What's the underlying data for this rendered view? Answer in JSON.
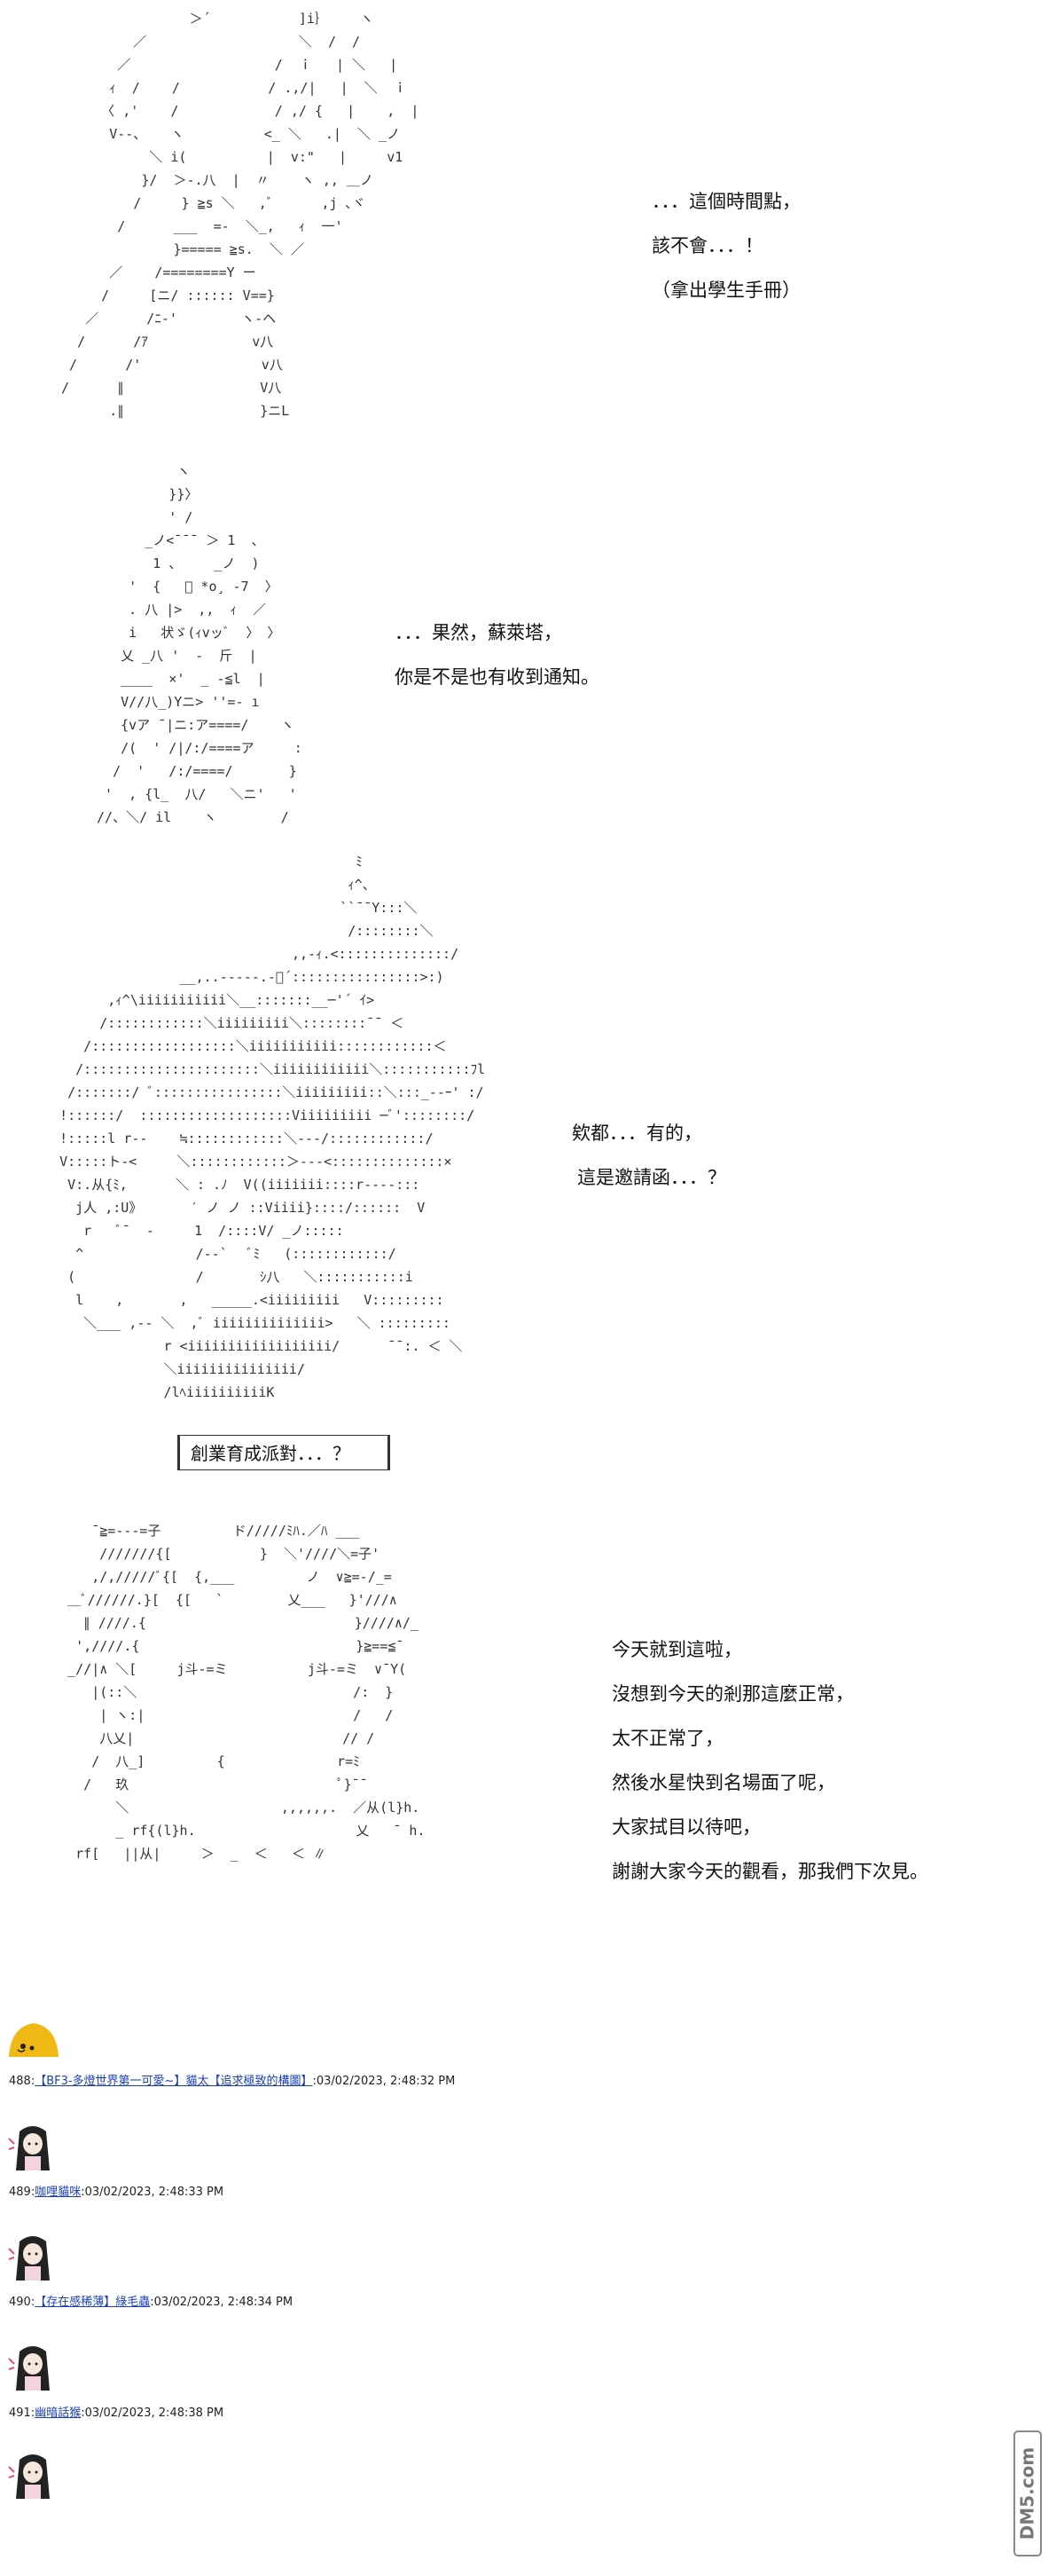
{
  "panels": [
    {
      "art": "                 ＞´           ]i｝    ヽ\n          ／                   ＼  /  /\n        ／                  /  ｉ   | ＼   |\n       ｨ  /    /           / .,/|   |  ＼  ｉ\n      〈 ,'    /            / ,/ {   |    ,  |\n       V--、   ヽ          <_ ＼   .|  ＼ _ノ\n            ＼ i(          |  v:\"   |     v1\n           }/  ＞-.八  |  〃    ヽ ,, ＿ノ\n          /     } ≧s ＼   ,ﾞ      ,j ､ヾ\n        /      ___  =-  ＼_,   ｨ  一'\n               }===== ≧s.  ＼ ／\n       ／    /========Y ー\n      /     [ニ/ :::::: V==}\n    ／      /ﾆ-'        ヽ-ヘ\n   /      /ｱ             v八\n  /      /'               v八\n /      ∥                 V八\n       .∥                 }ニL",
      "lines": [
        "．．．這個時間點，",
        "該不會．．．！",
        "（拿出學生手冊）"
      ]
    },
    {
      "art": "           ヽ\n          }}〉\n          ' /\n       _ノ<¯¯¯ ＞ 1  、\n        1 、    _ノ  )\n     '  {   ﾞ *o¸ -7  〉\n     . 八 |>  ,,  ｨ  ／\n     i   状ゞ(ｨvッﾞ  〉 〉\n    乂 _八 '  -  斤  |\n    ____  ×'  _ -≦l  |\n    V//八_)Yニ> ''=- ı\n    {vア ¯|ニ:ア====/    ヽ\n    /(  ' /|/:/====ア     :\n   /  '   /:/====/       }\n  '  , {l_  八/   ＼ニ'   '\n //、＼/ il    ヽ        /",
      "lines": [
        "．．．果然，蘇萊塔，",
        "你是不是也有收到通知。"
      ]
    },
    {
      "art": "                                        ﾐ\n                                       ｨ^、\n                                      ``¯¯Y:::＼\n                                       /::::::::＼\n                                ,,-ｨ.<::::::::::::::/\n                  __,..-----.-ﾞ´::::::::::::::::>:)\n         ,ｨ^\\iiiiiiiiiii＼__:::::::__─'´ ｲ>\n        /::::::::::::＼iiiiiiiii＼::::::::¯¯ ＜\n      /::::::::::::::::::＼iiiiiiiiiii::::::::::::＜\n     /::::::::::::::::::::::＼iiiiiiiiiiii＼:::::::::::ﾌl\n    /:::::::/ ﾞ::::::::::::::::＼iiiiiiiii::＼:::_--ｰ' :/\n   !::::::/  :::::::::::::::::::Viiiiiiiii ─ﾞ'::::::::/\n   !:::::l r--    ≒::::::::::::＼---/::::::::::::/\n   V:::::ト-<     ＼::::::::::::＞---<::::::::::::::×\n    V:.从{ﾐ,      ＼ : .ﾉ  V((iiiiiii::::r----:::\n     j人 ,:U》      ′ ノ ノ ::Viiii}::::/::::::  V\n      r   ﾞ¯  -     1  /::::V/ _ノ:::::\n     ^              /--`   ﾞﾐ   (::::::::::::/\n    (               /       ｼ八   ＼:::::::::::i\n     l    ,       ,   _____.<iiiiiiiii   V:::::::::\n      ＼___ ,-- ＼  ,ﾞ iiiiiiiiiiiiii>   ＼ :::::::::\n                r <iiiiiiiiiiiiiiiiii/      ¯¯:. ＜ ＼\n                ＼iiiiiiiiiiiiiii/\n                /lﾍiiiiiiiiiiK",
      "lines": [
        "欸都．．．有的，",
        "這是邀請函．．．？"
      ]
    },
    {
      "art": "       ¯≧=---=子         ド/////ﾐﾊ.／ﾊ ___\n        ///////{[           }  ＼'////＼=子'\n       ,/,/////ﾞ{[  {,___         ノ  ∨≧=-/_=\n    ＿ﾞ//////.}[  {[   `        乂___   }'///∧\n      ∥ ////.{                          }////∧/_\n     ',////.{                           }≧==≦¯\n    _//|∧ ＼[     j斗-=ミ          j斗-=ミ  ∨¯Y(\n       |(::＼                           /:  }\n        | ヽ:|                          /   /\n        八乂|                          // /\n       /  八_]         {              r=ﾐ\n      /   玖                          ﾟ}¯¯\n          ＼                   ,,,,,,.  ／从(l}h.\n          _ rf{(l}h.                    乂   ¯ h.\n     rf[   ||从|     ＞  _  ＜   ＜ ∥",
      "lines": [
        "今天就到這啦，",
        "沒想到今天的剎那這麼正常，",
        "太不正常了，",
        "然後水星快到名場面了呢，",
        "大家拭目以待吧，",
        "謝謝大家今天的觀看，那我們下次見。"
      ]
    }
  ],
  "bubble": "創業育成派對．．．？",
  "posts": [
    {
      "number": "488:",
      "name": "【BF3-多燈世界第一可愛~】貓太【追求極致的構圖】",
      "timestamp": ":03/02/2023, 2:48:32 PM"
    },
    {
      "number": "489:",
      "name": "咖哩貓咪",
      "timestamp": ":03/02/2023, 2:48:33 PM"
    },
    {
      "number": "490:",
      "name": "【存在感稀薄】綠毛蟲",
      "timestamp": ":03/02/2023, 2:48:34 PM"
    },
    {
      "number": "491:",
      "name": "幽暗話猴",
      "timestamp": ":03/02/2023, 2:48:38 PM"
    }
  ],
  "watermark": "DM5.com"
}
